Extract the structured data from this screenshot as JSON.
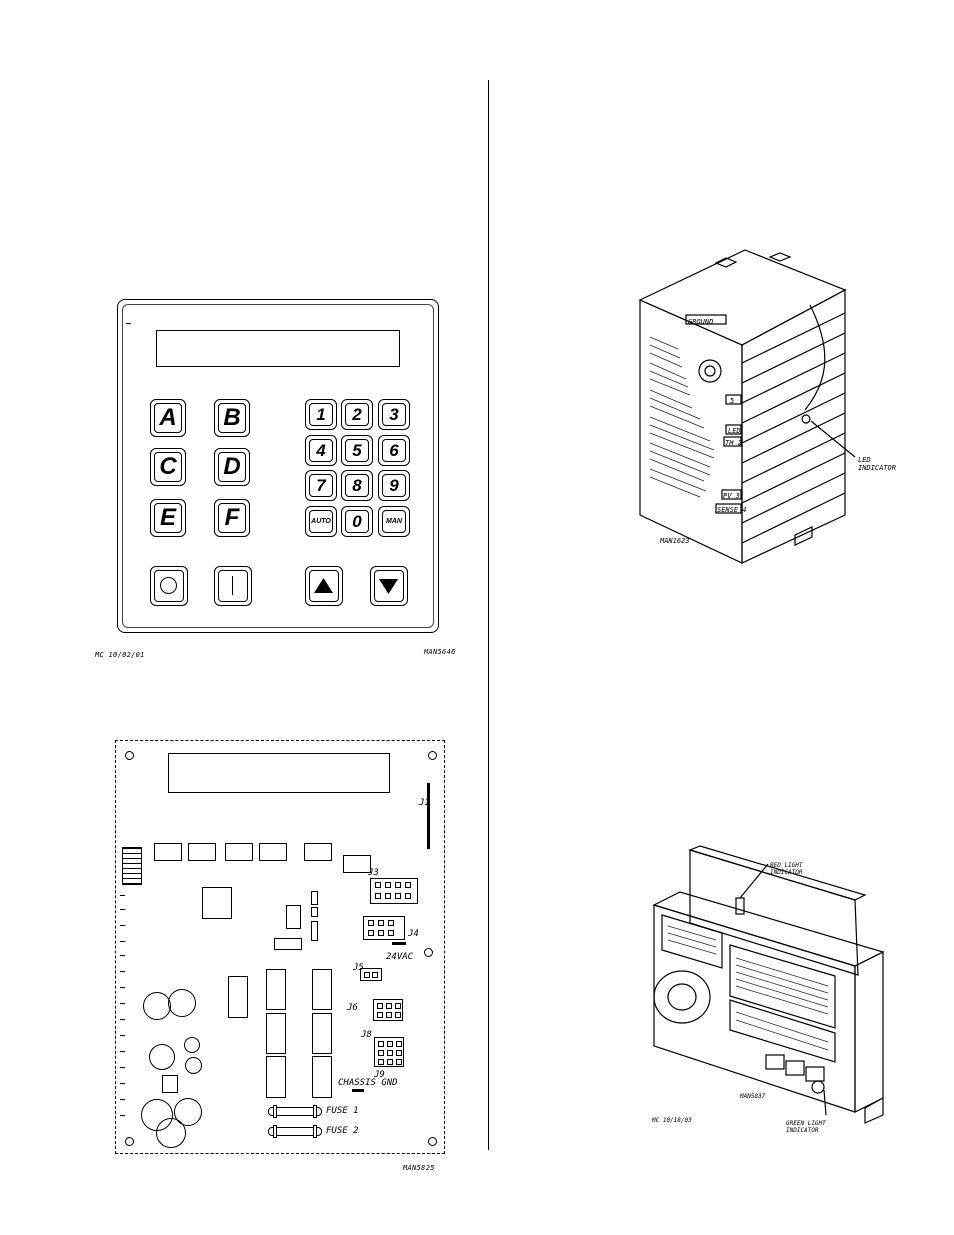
{
  "keypad": {
    "letter_keys": [
      "A",
      "B",
      "C",
      "D",
      "E",
      "F"
    ],
    "number_keys": [
      "1",
      "2",
      "3",
      "4",
      "5",
      "6",
      "7",
      "8",
      "9",
      "AUTO",
      "0",
      "MAN"
    ],
    "caption_left": "MC 10/02/01",
    "caption_right": "MAN5646"
  },
  "board": {
    "connectors": [
      "J1",
      "J3",
      "J4",
      "J5",
      "J6",
      "J8",
      "J9"
    ],
    "voltage_label": "24VAC",
    "chassis_label": "CHASSIS GND",
    "fuse_labels": [
      "FUSE 1",
      "FUSE 2"
    ],
    "caption": "MAN5825"
  },
  "ignition_module": {
    "led_label": [
      "LED",
      "INDICATOR"
    ],
    "panel_tags": [
      "GROUND",
      "5",
      "LED",
      "TH 2",
      "PV 3",
      "SENSE 4"
    ],
    "caption": "MAN1623"
  },
  "spark_module": {
    "red_led_label": [
      "RED LIGHT",
      "INDICATOR"
    ],
    "green_led_label": [
      "GREEN LIGHT",
      "INDICATOR"
    ],
    "caption_left": "MC 10/18/03",
    "caption_center": "MAN5837"
  }
}
